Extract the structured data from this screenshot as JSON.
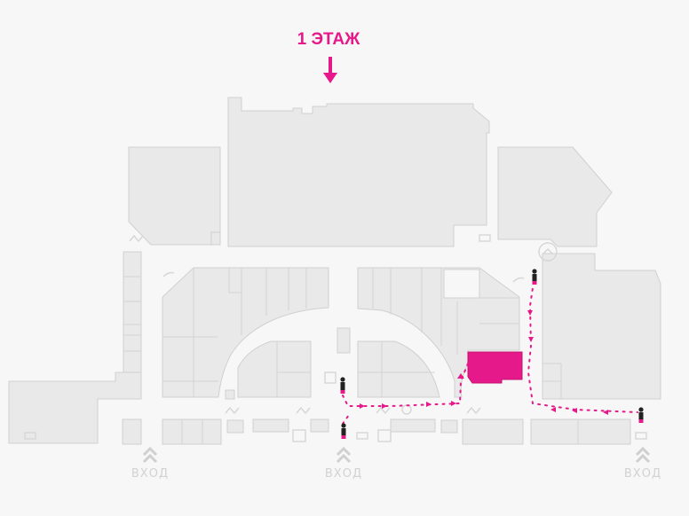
{
  "floor_label": "1 ЭТАЖ",
  "entrances": [
    {
      "id": "left",
      "label": "ВХОД"
    },
    {
      "id": "center",
      "label": "ВХОД"
    },
    {
      "id": "right",
      "label": "ВХОД"
    }
  ],
  "colors": {
    "accent": "#e5198a",
    "building_fill": "#e9e9e9",
    "building_stroke": "#d0d0d0",
    "background": "#f7f7f7",
    "icon_gray": "#d6d6d6",
    "person": "#222222"
  },
  "icons": [
    "person-icon",
    "restroom-icon",
    "escalator-icon",
    "elevator-icon",
    "accessibility-icon",
    "entrance-chevron-icon"
  ],
  "highlighted_store": "destination"
}
